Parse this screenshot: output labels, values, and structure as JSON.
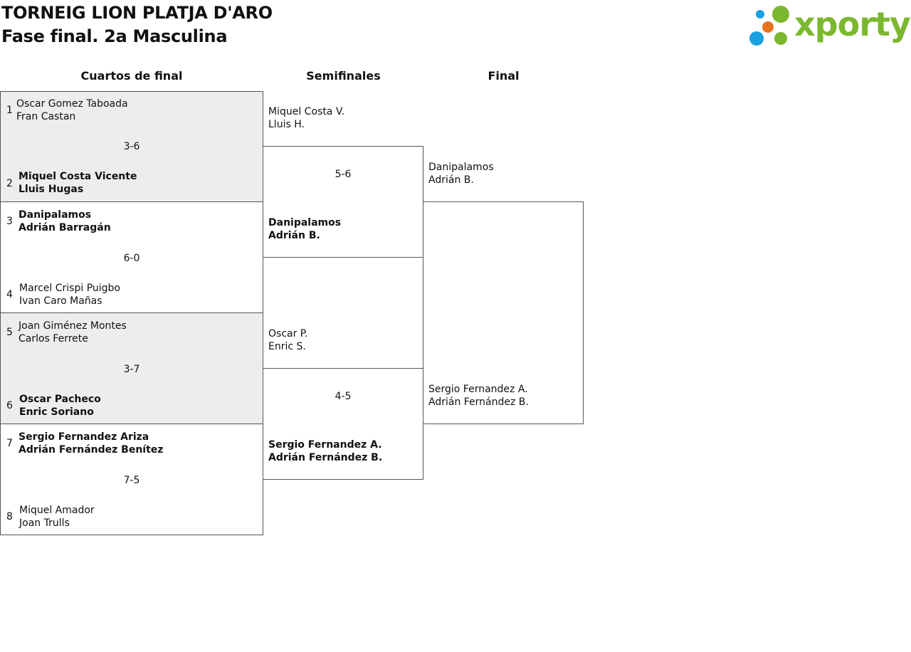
{
  "header": {
    "title": "TORNEIG LION PLATJA D'ARO",
    "subtitle": "Fase final. 2a Masculina",
    "logo_text": "xporty"
  },
  "colors": {
    "logo_green": "#7cb82f",
    "logo_blue": "#1a9fe0",
    "logo_orange": "#e8731e",
    "shade": "#ededed"
  },
  "rounds": {
    "quarters": "Cuartos de final",
    "semis": "Semifinales",
    "final": "Final"
  },
  "quarterfinals": [
    {
      "score": "3-6",
      "top": {
        "seed": "1",
        "line1": "Oscar Gomez Taboada",
        "line2": "Fran Castan"
      },
      "bottom": {
        "seed": "2",
        "line1": "Miquel Costa Vicente",
        "line2": "Lluis Hugas"
      }
    },
    {
      "score": "6-0",
      "top": {
        "seed": "3",
        "line1": "Danipalamos",
        "line2": "Adrián Barragán"
      },
      "bottom": {
        "seed": "4",
        "line1": "Marcel Crispi Puigbo",
        "line2": "Ivan Caro Mañas"
      }
    },
    {
      "score": "3-7",
      "top": {
        "seed": "5",
        "line1": "Joan Giménez Montes",
        "line2": "Carlos Ferrete"
      },
      "bottom": {
        "seed": "6",
        "line1": "Oscar Pacheco",
        "line2": "Enric Soriano"
      }
    },
    {
      "score": "7-5",
      "top": {
        "seed": "7",
        "line1": "Sergio Fernandez Ariza",
        "line2": "Adrián Fernández Benítez"
      },
      "bottom": {
        "seed": "8",
        "line1": "Miquel Amador",
        "line2": "Joan Trulls"
      }
    }
  ],
  "semifinals": [
    {
      "score": "5-6",
      "top": {
        "line1": "Miquel Costa V.",
        "line2": "Lluis H."
      },
      "bottom": {
        "line1": "Danipalamos",
        "line2": "Adrián B."
      }
    },
    {
      "score": "4-5",
      "top": {
        "line1": "Oscar P.",
        "line2": "Enric S."
      },
      "bottom": {
        "line1": "Sergio Fernandez A.",
        "line2": "Adrián Fernández B."
      }
    }
  ],
  "final": {
    "top": {
      "line1": "Danipalamos",
      "line2": "Adrián B."
    },
    "bottom": {
      "line1": "Sergio Fernandez A.",
      "line2": "Adrián Fernández B."
    }
  }
}
